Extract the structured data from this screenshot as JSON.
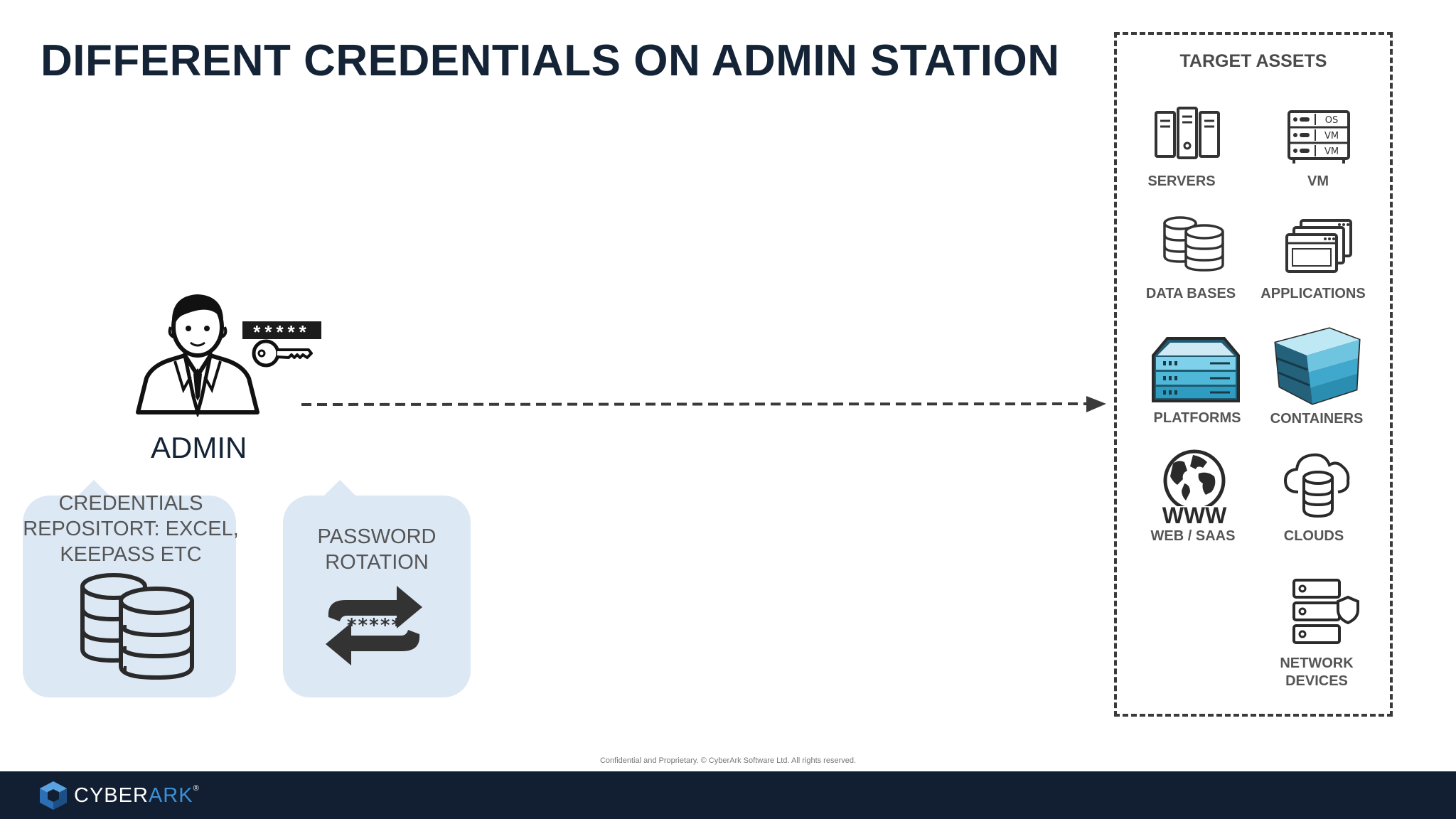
{
  "slide": {
    "title": "DIFFERENT CREDENTIALS ON ADMIN STATION"
  },
  "admin": {
    "label": "ADMIN",
    "password_mask": "*****"
  },
  "bubbles": {
    "credentials_repository": {
      "line1": "CREDENTIALS",
      "line2": "REPOSITORT: EXCEL,",
      "line3": "KEEPASS ETC"
    },
    "password_rotation": {
      "line1": "PASSWORD",
      "line2": "ROTATION",
      "mask": "*****"
    }
  },
  "target_assets": {
    "title": "TARGET ASSETS",
    "items": [
      {
        "label": "SERVERS",
        "icon": "servers-icon"
      },
      {
        "label": "VM",
        "icon": "vm-icon",
        "vm_tags": [
          "OS",
          "VM",
          "VM"
        ]
      },
      {
        "label": "DATA BASES",
        "icon": "database-icon"
      },
      {
        "label": "APPLICATIONS",
        "icon": "applications-icon"
      },
      {
        "label": "PLATFORMS",
        "icon": "platforms-icon"
      },
      {
        "label": "CONTAINERS",
        "icon": "containers-icon"
      },
      {
        "label": "WEB / SAAS",
        "icon": "globe-www-icon",
        "badge": "WWW"
      },
      {
        "label": "CLOUDS",
        "icon": "cloud-database-icon"
      },
      {
        "label_line1": "NETWORK",
        "label_line2": "DEVICES",
        "icon": "network-devices-icon"
      }
    ]
  },
  "footer": {
    "confidential": "Confidential and Proprietary. © CyberArk Software Ltd. All rights reserved.",
    "logo_part1": "CYBER",
    "logo_part2": "ARK",
    "logo_mark": "®"
  },
  "colors": {
    "title": "#142436",
    "footer_bg": "#121f32",
    "bubble_bg": "#dde8f5",
    "accent_teal": "#2f9fc0",
    "logo_accent": "#3d8fd6"
  }
}
